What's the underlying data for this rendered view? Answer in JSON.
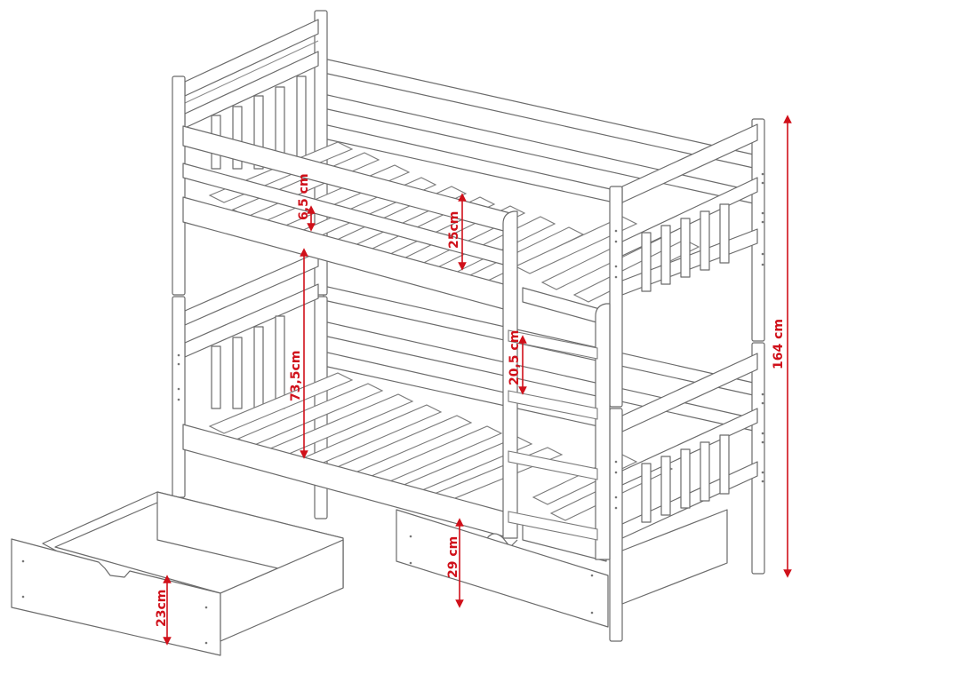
{
  "diagram": {
    "subject": "bunk bed with two storage drawers",
    "line_color": "#6b6b6b",
    "dimension_color": "#d0101a",
    "background": "#ffffff"
  },
  "dimensions": {
    "rail_gap": "6,5 cm",
    "upper_guard_height": "25cm",
    "lower_clearance": "73,5cm",
    "ladder_step_spacing": "20,5 cm",
    "total_height": "164 cm",
    "under_bed_clearance": "29 cm",
    "drawer_height": "23cm"
  }
}
